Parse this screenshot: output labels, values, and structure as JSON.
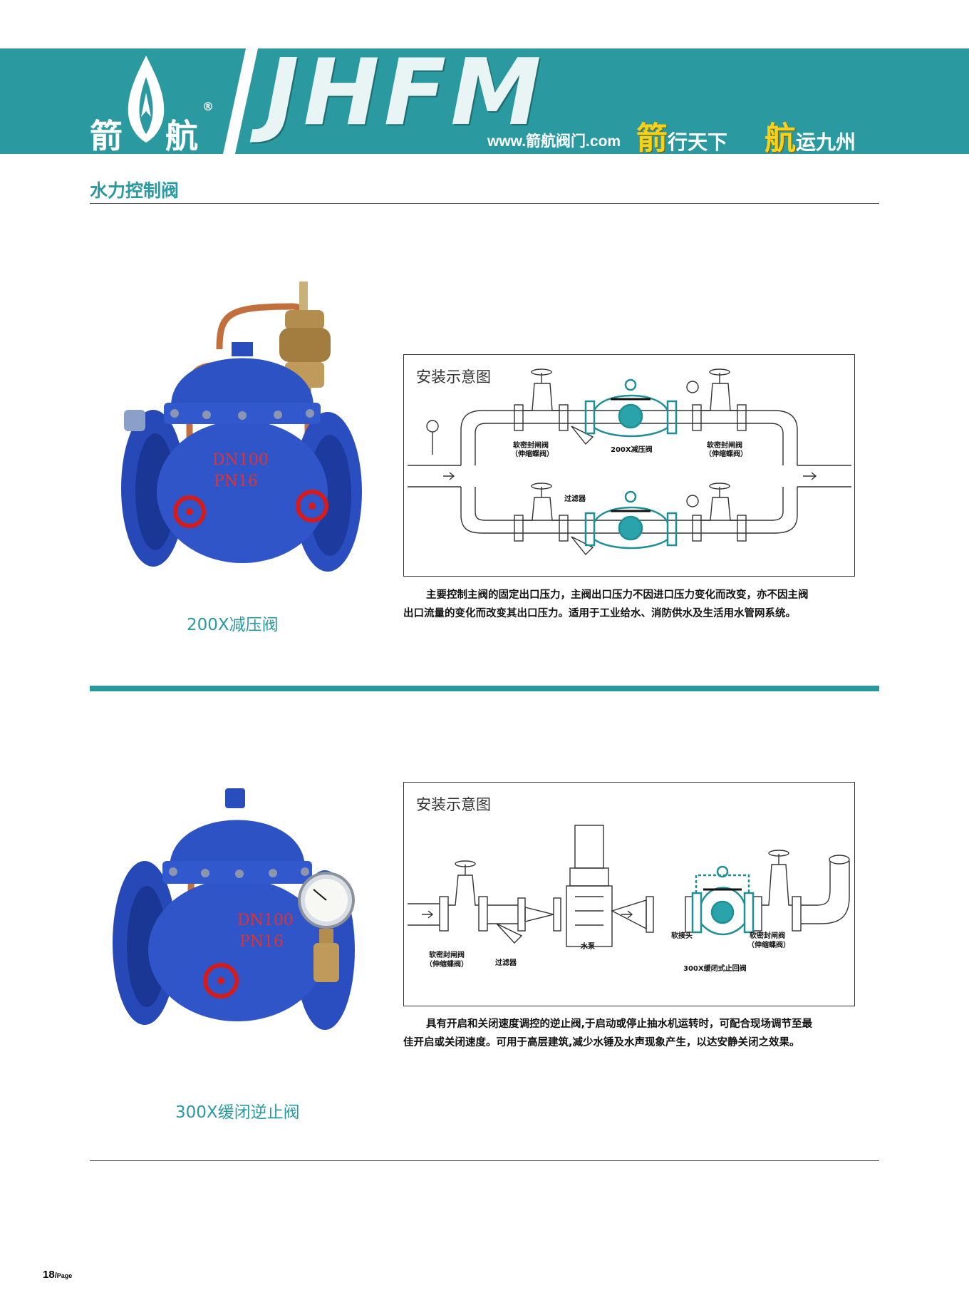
{
  "header": {
    "logo_left": "箭",
    "logo_right": "航",
    "registered_mark": "®",
    "brand": "JHFM",
    "website": "www.箭航阀门.com",
    "slogan": [
      {
        "big": "箭",
        "small": "行天下"
      },
      {
        "big": "航",
        "small": "运九州"
      }
    ],
    "colors": {
      "teal": "#2a9aa0",
      "yellow": "#f6d21a"
    }
  },
  "section_title": "水力控制阀",
  "products": [
    {
      "name": "200X减压阀",
      "valve_marking": [
        "DN100",
        "PN16"
      ],
      "diagram": {
        "title": "安装示意图",
        "labels": {
          "gate_left": "软密封闸阀",
          "gate_left_sub": "（伸缩蝶阀）",
          "main_valve": "200X减压阀",
          "gate_right": "软密封闸阀",
          "gate_right_sub": "（伸缩蝶阀）",
          "filter": "过滤器"
        }
      },
      "description": [
        "主要控制主阀的固定出口压力，主阀出口压力不因进口压力变化而改变，亦不因主阀",
        "出口流量的变化而改变其出口压力。适用于工业给水、消防供水及生活用水管网系统。"
      ]
    },
    {
      "name": "300X缓闭逆止阀",
      "valve_marking": [
        "DN100",
        "PN16"
      ],
      "diagram": {
        "title": "安装示意图",
        "labels": {
          "gate_left": "软密封闸阀",
          "gate_left_sub": "（伸缩蝶阀）",
          "filter": "过滤器",
          "pump": "水泵",
          "soft_joint": "软接头",
          "gate_right": "软密封闸阀",
          "gate_right_sub": "（伸缩蝶阀）",
          "main_valve": "300X缓闭式止回阀"
        }
      },
      "description": [
        "具有开启和关闭速度调控的逆止阀,于启动或停止抽水机运转时，可配合现场调节至最",
        "佳开启或关闭速度。可用于高层建筑,减少水锤及水声现象产生，以达安静关闭之效果。"
      ]
    }
  ],
  "footer": {
    "page_number": "18",
    "page_word": "Page"
  }
}
